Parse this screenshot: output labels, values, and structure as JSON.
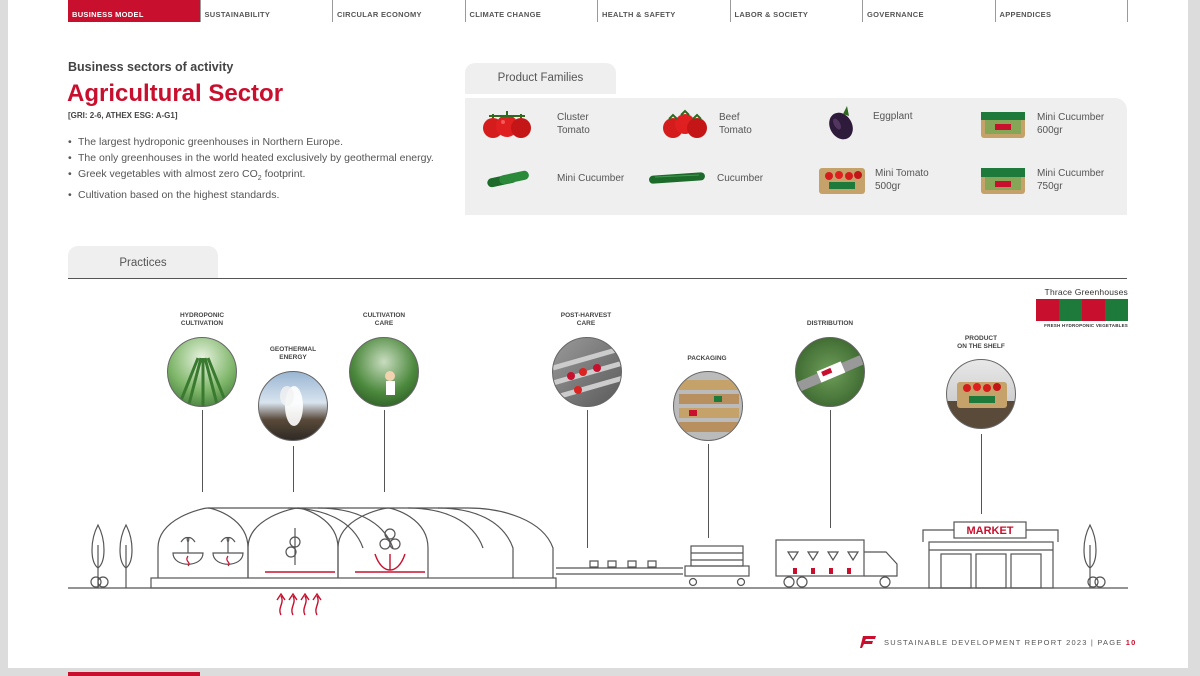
{
  "nav": {
    "items": [
      {
        "label": "BUSINESS MODEL",
        "active": true
      },
      {
        "label": "SUSTAINABILITY",
        "active": false
      },
      {
        "label": "CIRCULAR ECONOMY",
        "active": false
      },
      {
        "label": "CLIMATE CHANGE",
        "active": false
      },
      {
        "label": "HEALTH & SAFETY",
        "active": false
      },
      {
        "label": "LABOR & SOCIETY",
        "active": false
      },
      {
        "label": "GOVERNANCE",
        "active": false
      },
      {
        "label": "APPENDICES",
        "active": false
      }
    ]
  },
  "header": {
    "kicker": "Business sectors of activity",
    "title": "Agricultural Sector",
    "gri": "[GRI: 2-6, ATHEX ESG: A-G1]"
  },
  "bullets": [
    {
      "text": "The largest hydroponic greenhouses in Northern Europe."
    },
    {
      "text": "The only greenhouses in the world heated exclusively by geothermal energy."
    },
    {
      "text_before": "Greek vegetables with almost zero CO",
      "sub": "2",
      "text_after": " footprint."
    },
    {
      "text": "Cultivation based on the highest standards."
    }
  ],
  "product_families": {
    "tab_label": "Product Families",
    "items": [
      {
        "line1": "Cluster",
        "line2": "Tomato",
        "icon": "cluster-tomato-icon"
      },
      {
        "line1": "Beef",
        "line2": "Tomato",
        "icon": "beef-tomato-icon"
      },
      {
        "line1": "Eggplant",
        "line2": "",
        "icon": "eggplant-icon"
      },
      {
        "line1": "Mini Cucumber",
        "line2": "600gr",
        "icon": "cucumber-pack-icon"
      },
      {
        "line1": "Mini Cucumber",
        "line2": "",
        "icon": "mini-cucumber-icon"
      },
      {
        "line1": "Cucumber",
        "line2": "",
        "icon": "cucumber-icon"
      },
      {
        "line1": "Mini Tomato",
        "line2": "500gr",
        "icon": "tomato-pack-icon"
      },
      {
        "line1": "Mini Cucumber",
        "line2": "750gr",
        "icon": "cucumber-pack-icon"
      }
    ]
  },
  "practices": {
    "tab_label": "Practices",
    "stages": [
      {
        "line1": "HYDROPONIC",
        "line2": "CULTIVATION"
      },
      {
        "line1": "GEOTHERMAL",
        "line2": "ENERGY"
      },
      {
        "line1": "CULTIVATION",
        "line2": "CARE"
      },
      {
        "line1": "POST-HARVEST",
        "line2": "CARE"
      },
      {
        "line1": "PACKAGING",
        "line2": ""
      },
      {
        "line1": "DISTRIBUTION",
        "line2": ""
      },
      {
        "line1": "PRODUCT",
        "line2": "ON THE SHELF"
      }
    ],
    "market_sign": "MARKET"
  },
  "brand": {
    "name": "Thrace Greenhouses",
    "tagline": "FRESH HYDROPONIC VEGETABLES",
    "colors": [
      "#c8102e",
      "#1e7a3a",
      "#c8102e",
      "#1e7a3a"
    ]
  },
  "footer": {
    "report": "SUSTAINABLE DEVELOPMENT REPORT 2023",
    "separator": "|",
    "page_label": "PAGE",
    "page_number": "10"
  },
  "colors": {
    "accent": "#c8102e",
    "panel": "#efefef",
    "green": "#1e7a3a"
  }
}
